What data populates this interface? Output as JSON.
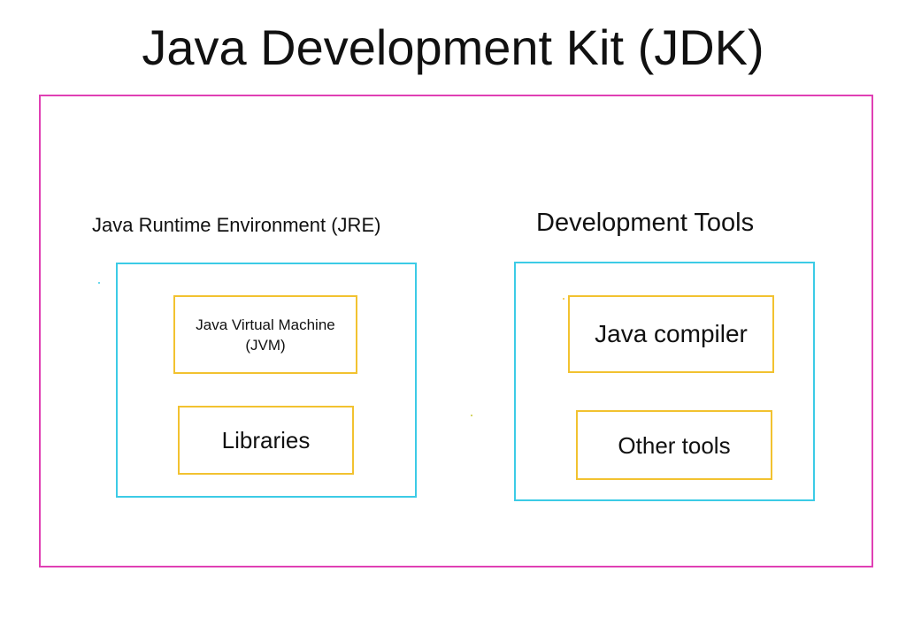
{
  "title": "Java Development Kit (JDK)",
  "jre": {
    "label": "Java Runtime Environment (JRE)",
    "jvm_line1": "Java Virtual Machine",
    "jvm_line2": "(JVM)",
    "libraries": "Libraries"
  },
  "tools": {
    "label": "Development Tools",
    "compiler": "Java compiler",
    "other": "Other tools"
  },
  "colors": {
    "jdk_border": "#e040b4",
    "group_border": "#3ccbe6",
    "component_border": "#f2c230"
  }
}
